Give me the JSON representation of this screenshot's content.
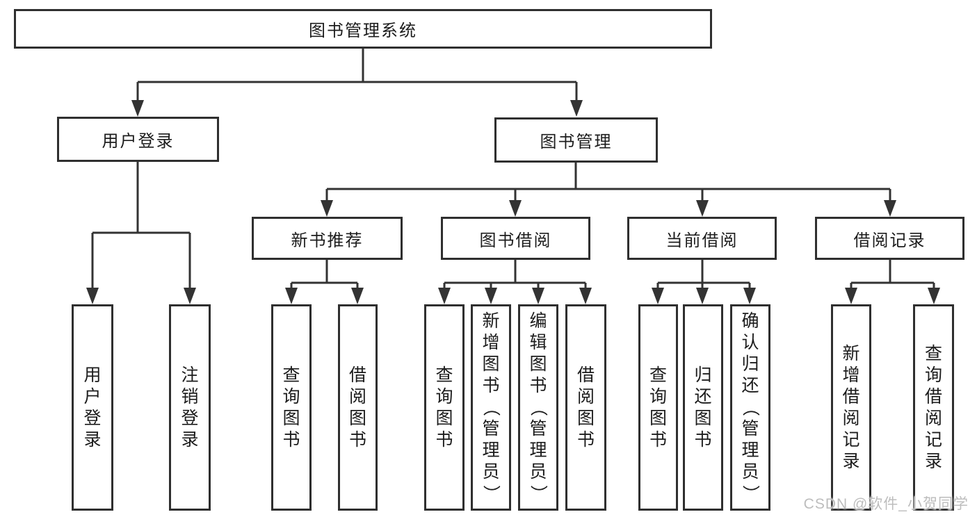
{
  "root": {
    "label": "图书管理系统"
  },
  "login_branch": {
    "label": "用户登录",
    "children": [
      {
        "label": "用户登录"
      },
      {
        "label": "注销登录"
      }
    ]
  },
  "management_branch": {
    "label": "图书管理",
    "groups": [
      {
        "label": "新书推荐",
        "children": [
          {
            "label": "查询图书"
          },
          {
            "label": "借阅图书"
          }
        ]
      },
      {
        "label": "图书借阅",
        "children": [
          {
            "label": "查询图书"
          },
          {
            "label": "新增图书（管理员）"
          },
          {
            "label": "编辑图书（管理员）"
          },
          {
            "label": "借阅图书"
          }
        ]
      },
      {
        "label": "当前借阅",
        "children": [
          {
            "label": "查询图书"
          },
          {
            "label": "归还图书"
          },
          {
            "label": "确认归还（管理员）"
          }
        ]
      },
      {
        "label": "借阅记录",
        "children": [
          {
            "label": "新增借阅记录"
          },
          {
            "label": "查询借阅记录"
          }
        ]
      }
    ]
  },
  "watermark": "CSDN @软件_小贺同学",
  "colors": {
    "line": "#333333",
    "box_border": "#2f2f2f",
    "text": "#1c1c1c",
    "watermark": "#bdbdbd",
    "background": "#ffffff"
  }
}
